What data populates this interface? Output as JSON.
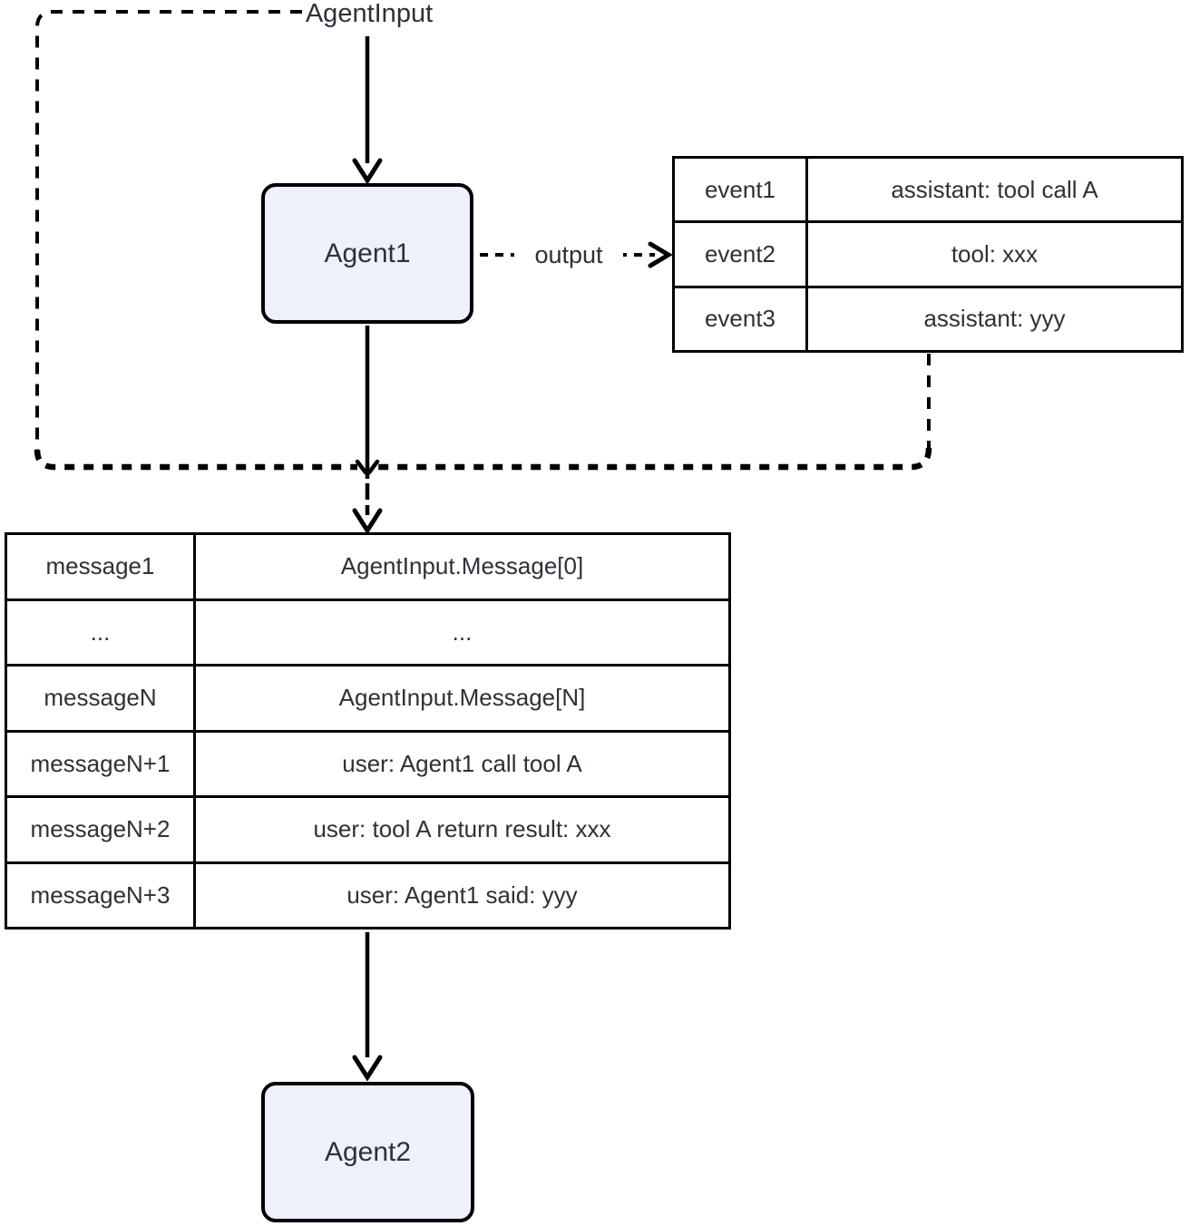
{
  "diagram": {
    "agent_input_label": "AgentInput",
    "output_edge_label": "output",
    "nodes": {
      "agent1": "Agent1",
      "agent2": "Agent2"
    },
    "colors": {
      "node_fill": "#ECF1FB",
      "node_border": "#000000",
      "edge": "#000000",
      "text": "#2D3138",
      "table_background": "#FFFFFF"
    },
    "event_table": {
      "rows": [
        {
          "key": "event1",
          "value": "assistant: tool call A"
        },
        {
          "key": "event2",
          "value": "tool: xxx"
        },
        {
          "key": "event3",
          "value": "assistant: yyy"
        }
      ]
    },
    "message_table": {
      "rows": [
        {
          "key": "message1",
          "value": "AgentInput.Message[0]"
        },
        {
          "key": "...",
          "value": "..."
        },
        {
          "key": "messageN",
          "value": "AgentInput.Message[N]"
        },
        {
          "key": "messageN+1",
          "value": "user: Agent1 call tool A"
        },
        {
          "key": "messageN+2",
          "value": "user: tool A return result: xxx"
        },
        {
          "key": "messageN+3",
          "value": "user: Agent1 said: yyy"
        }
      ]
    }
  }
}
